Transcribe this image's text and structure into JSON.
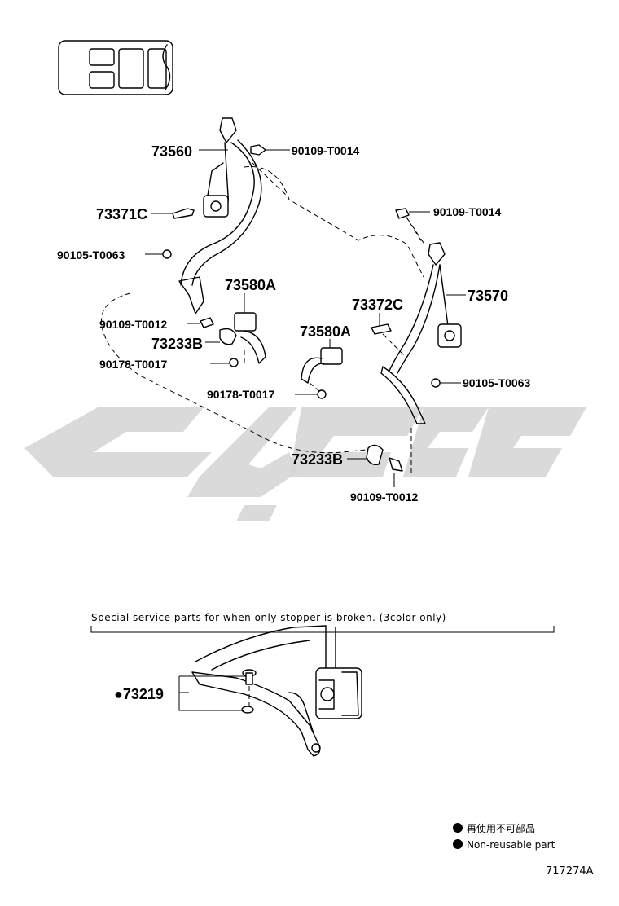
{
  "labels": {
    "p73560": "73560",
    "p90109_t0014_a": "90109-T0014",
    "p73371c": "73371C",
    "p90105_t0063_a": "90105-T0063",
    "p73580a_a": "73580A",
    "p90109_t0012_a": "90109-T0012",
    "p73233b_a": "73233B",
    "p90178_t0017_a": "90178-T0017",
    "p90109_t0014_b": "90109-T0014",
    "p73570": "73570",
    "p73372c": "73372C",
    "p73580a_b": "73580A",
    "p90105_t0063_b": "90105-T0063",
    "p90178_t0017_b": "90178-T0017",
    "p73233b_b": "73233B",
    "p90109_t0012_b": "90109-T0012",
    "p73219": "●73219"
  },
  "note": "Special service parts for when only stopper is broken. (3color only)",
  "legend": {
    "line1": "再使用不可部品",
    "line2": "Non-reusable part"
  },
  "diagram_code": "717274A",
  "icons": [
    "vehicle-seat-layout-icon",
    "bullet-icon",
    "seat-belt-retractor-icon"
  ]
}
